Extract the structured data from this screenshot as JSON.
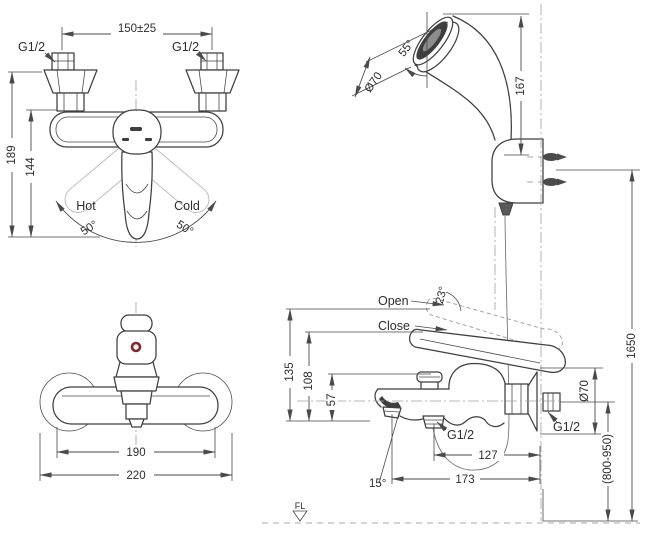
{
  "drawing": "bath-shower-mixer-installation-diagram",
  "colors": {
    "line": "#3f3f3f",
    "dim": "#4a4a4a",
    "ghost": "#b8b8b8",
    "indicator_ring": "#7a2b31"
  },
  "labels": {
    "front": {
      "width": "150±25",
      "g_left": "G1/2",
      "g_right": "G1/2",
      "h_total": "189",
      "h_body": "144",
      "hot": "Hot",
      "cold": "Cold",
      "ang_l": "50°",
      "ang_r": "50°"
    },
    "top": {
      "w_body": "190",
      "w_total": "220"
    },
    "side": {
      "head_ang": "55°",
      "head_dia": "Ø70",
      "h167": "167",
      "h1650": "1650",
      "open": "Open",
      "close": "Close",
      "lever_ang": "23°",
      "h135": "135",
      "h108": "108",
      "h57": "57",
      "g_hose": "G1/2",
      "d127": "127",
      "d173": "173",
      "spout_ang": "15°",
      "flange_dia": "Ø70",
      "g_wall": "G1/2",
      "install_h": "(800-950)",
      "floor": "FL"
    }
  }
}
